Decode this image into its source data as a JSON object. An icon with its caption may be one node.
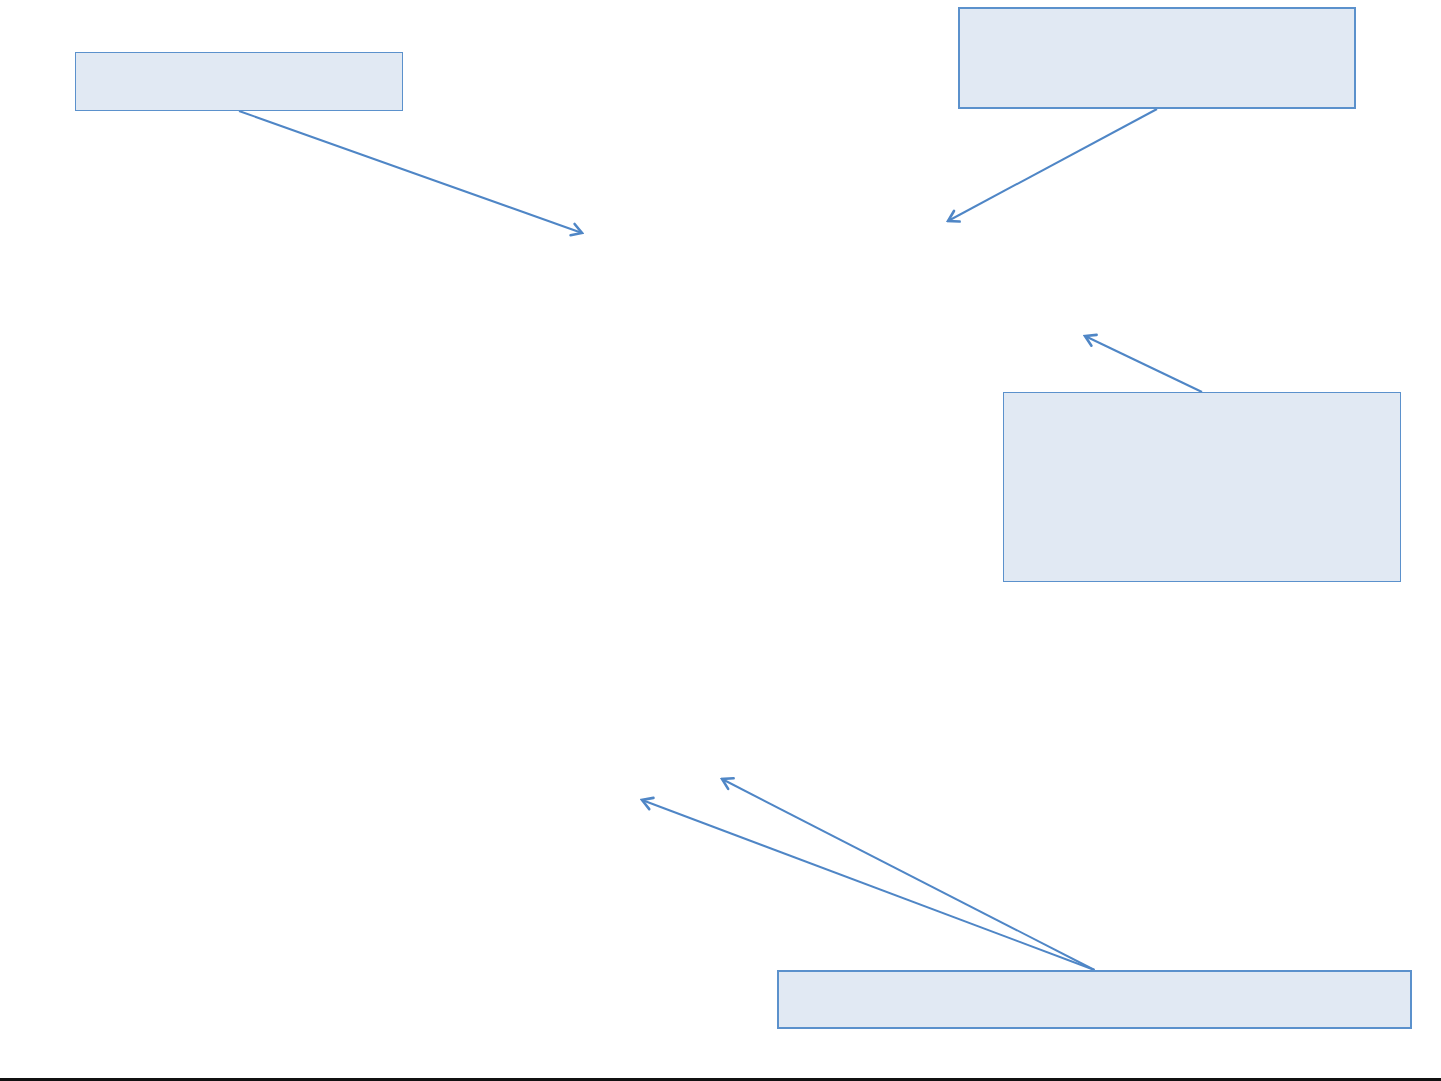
{
  "diagram": {
    "nodes": [
      {
        "text": [],
        "shape": "box"
      },
      {
        "text": [],
        "shape": "box"
      },
      {
        "text": [],
        "shape": "box"
      },
      {
        "text": [],
        "shape": "box"
      }
    ],
    "edges": [
      {
        "from": 0,
        "to": null,
        "arrow": "to"
      },
      {
        "from": 1,
        "to": null,
        "arrow": "to"
      },
      {
        "from": 2,
        "to": null,
        "arrow": "to"
      },
      {
        "from": 3,
        "to": null,
        "arrow": "to"
      },
      {
        "from": 3,
        "to": null,
        "arrow": "to"
      }
    ]
  }
}
